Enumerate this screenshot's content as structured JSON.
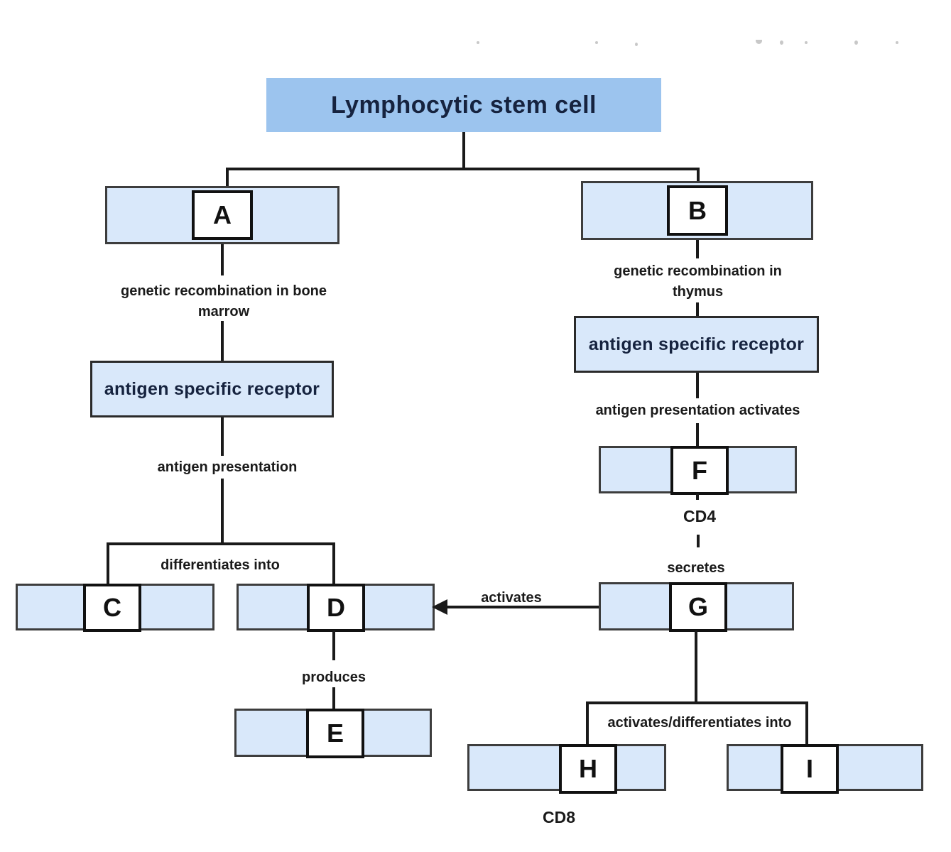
{
  "title": "Lymphocytic stem cell",
  "nodes": {
    "a": "A",
    "b": "B",
    "c": "C",
    "d": "D",
    "e": "E",
    "f": "F",
    "g": "G",
    "h": "H",
    "i": "I"
  },
  "receptor_boxes": {
    "left": "antigen specific receptor",
    "right": "antigen specific receptor"
  },
  "labels": {
    "left_recombination_line1": "genetic recombination in bone",
    "left_recombination_line2": "marrow",
    "antigen_presentation": "antigen presentation",
    "differentiates_into": "differentiates into",
    "activates": "activates",
    "produces": "produces",
    "right_recombination_line1": "genetic recombination in",
    "right_recombination_line2": "thymus",
    "antigen_presentation_activates": "antigen presentation activates",
    "cd4": "CD4",
    "secretes": "secretes",
    "activates_differentiates_into": "activates/differentiates into",
    "cd8": "CD8"
  },
  "colors": {
    "title_fill": "#9cc4ee",
    "node_fill": "#d9e8fa",
    "node_border": "#3d3d3d",
    "letter_box_fill": "#ffffff",
    "letter_box_border": "#111111",
    "line": "#1a1a1a",
    "text": "#1a1a1a",
    "title_text": "#16233f"
  }
}
